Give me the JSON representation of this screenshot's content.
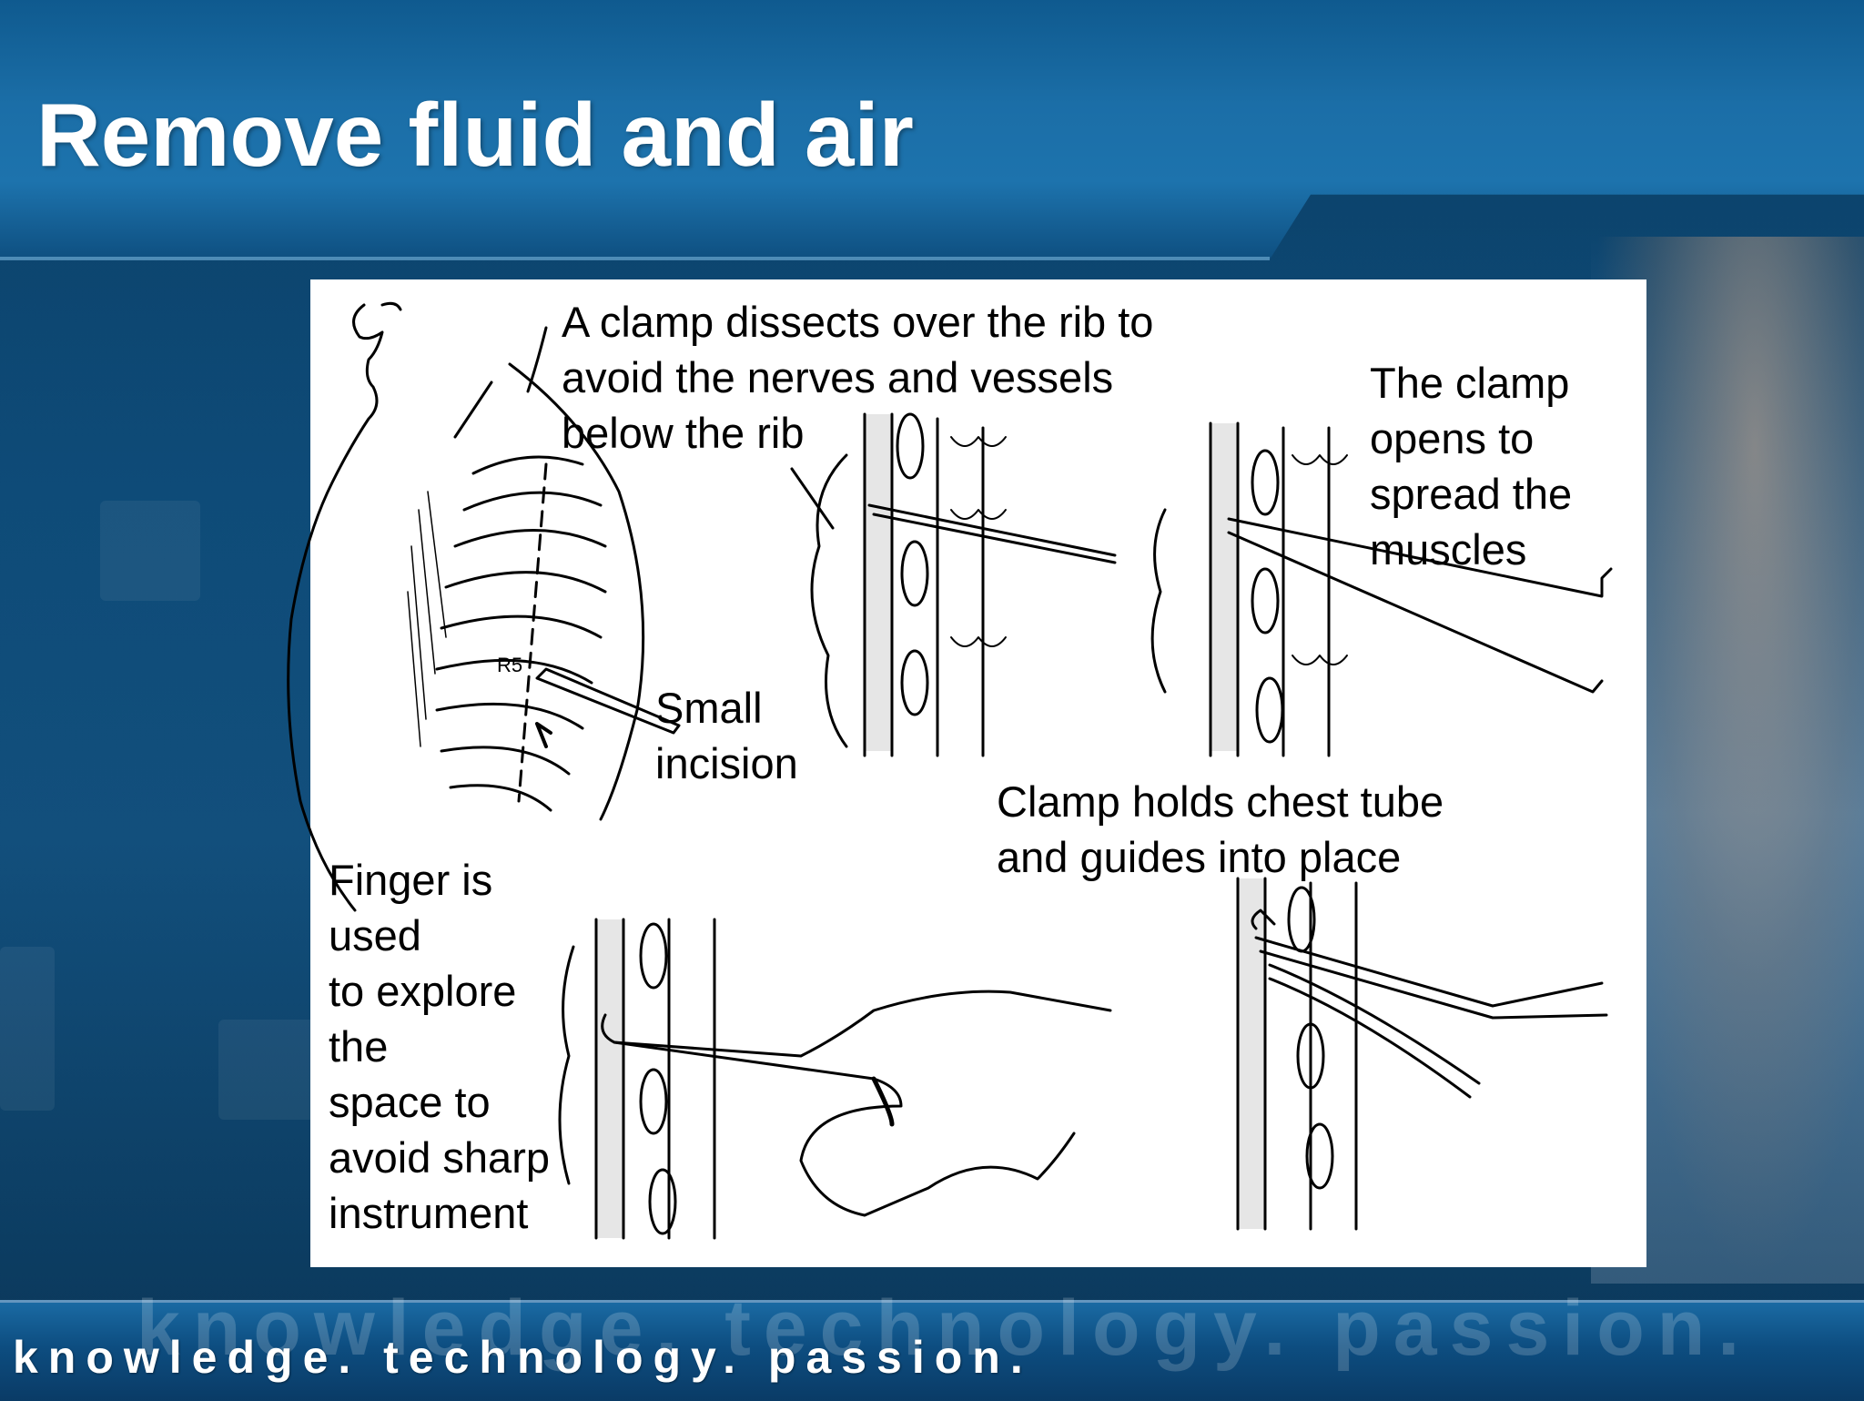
{
  "slide": {
    "title": "Remove fluid and air"
  },
  "figure": {
    "labels": {
      "clamp_dissects": [
        "A clamp dissects over the rib to",
        "avoid the nerves and vessels",
        "below the rib"
      ],
      "clamp_opens": [
        "The clamp",
        "opens to",
        "spread the",
        "muscles"
      ],
      "small_incision": [
        "Small",
        "incision"
      ],
      "clamp_holds": [
        "Clamp holds chest tube",
        "and guides into place"
      ],
      "finger": [
        "Finger is",
        "used",
        "to explore",
        "the",
        "space to",
        "avoid sharp",
        "instrument"
      ],
      "rib_marker": "R5"
    }
  },
  "footer": {
    "tagline": "knowledge. technology. passion.",
    "ghost_text": "knowledge. technology. passion."
  },
  "colors": {
    "header_blue": "#1b6ea7",
    "background_blue": "#0e4b78",
    "panel": "#ffffff",
    "text_white": "#ffffff"
  }
}
